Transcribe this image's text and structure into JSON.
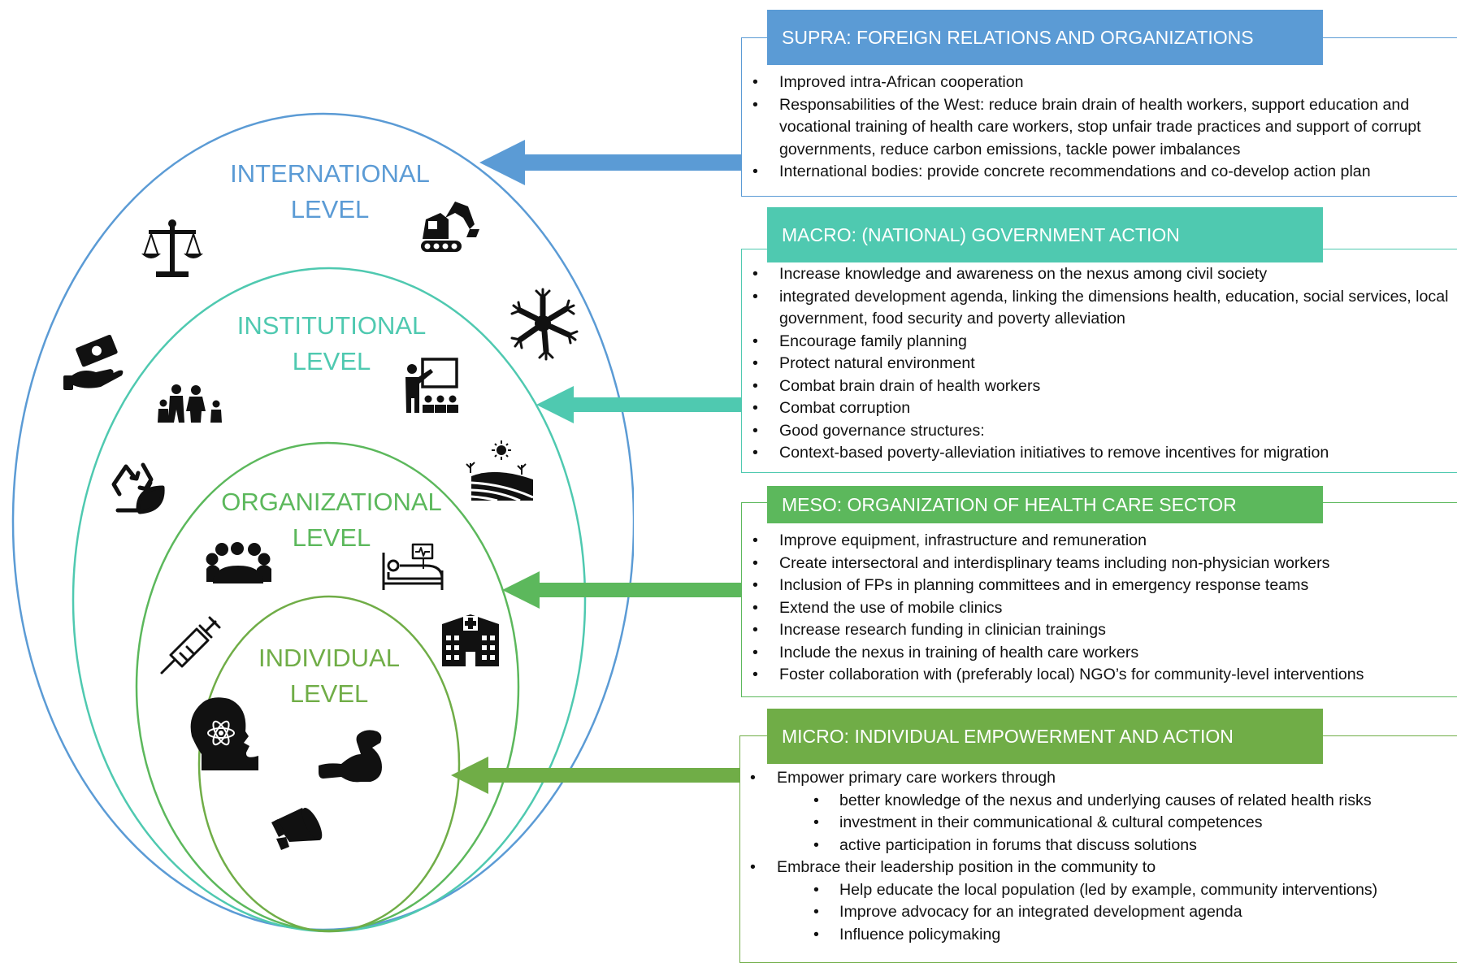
{
  "colors": {
    "supra": "#5b9bd5",
    "macro": "#4fc9b0",
    "meso": "#5cb85c",
    "micro": "#70ad47",
    "icon": "#111111"
  },
  "diagram": {
    "levels": [
      {
        "id": "international",
        "line1": "INTERNATIONAL",
        "line2": "LEVEL",
        "color": "#5b9bd5"
      },
      {
        "id": "institutional",
        "line1": "INSTITUTIONAL",
        "line2": "LEVEL",
        "color": "#4fc9b0"
      },
      {
        "id": "organizational",
        "line1": "ORGANIZATIONAL",
        "line2": "LEVEL",
        "color": "#5cb85c"
      },
      {
        "id": "individual",
        "line1": "INDIVIDUAL",
        "line2": "LEVEL",
        "color": "#70ad47"
      }
    ],
    "icons": [
      "scales-icon",
      "excavator-icon",
      "hands-circle-icon",
      "money-hand-icon",
      "family-icon",
      "teacher-icon",
      "recycle-leaf-icon",
      "farmland-icon",
      "meeting-group-icon",
      "hospital-bed-icon",
      "syringe-icon",
      "hospital-building-icon",
      "brain-head-icon",
      "muscle-arm-icon",
      "megaphone-icon"
    ]
  },
  "boxes": {
    "supra": {
      "title": "SUPRA: FOREIGN RELATIONS AND ORGANIZATIONS",
      "items": [
        "Improved intra-African cooperation",
        "Responsabilities of the West: reduce brain drain of health workers, support education and vocational training of health care workers, stop unfair trade practices and support of corrupt governments, reduce carbon emissions, tackle power imbalances",
        "International bodies: provide concrete recommendations and co-develop action plan"
      ]
    },
    "macro": {
      "title": "MACRO: (NATIONAL) GOVERNMENT ACTION",
      "items": [
        "Increase knowledge and awareness on the nexus among civil society",
        "integrated development agenda, linking the dimensions health, education, social services, local government, food security and poverty alleviation",
        "Encourage family planning",
        "Protect natural environment",
        "Combat brain drain of health workers",
        "Combat corruption",
        "Good governance structures:",
        "Context-based poverty-alleviation initiatives to remove incentives for migration"
      ]
    },
    "meso": {
      "title": "MESO: ORGANIZATION OF HEALTH CARE SECTOR",
      "items": [
        "Improve equipment, infrastructure and remuneration",
        "Create intersectoral and interdisplinary teams including non-physician  workers",
        "Inclusion of FPs in planning committees and in emergency response teams",
        "Extend the use of mobile clinics",
        "Increase research funding in clinician trainings",
        "Include the nexus in training of health care workers",
        "Foster collaboration with (preferably local) NGO’s for community-level interventions"
      ]
    },
    "micro": {
      "title": "MICRO: INDIVIDUAL EMPOWERMENT AND ACTION",
      "item1": "Empower primary care workers  through",
      "sub1": [
        "better knowledge of the nexus and underlying causes of related health risks",
        "investment in their communicational & cultural competences",
        "active participation in forums that discuss solutions"
      ],
      "item2": "Embrace their leadership position in the community to",
      "sub2": [
        "Help educate the local population (led by example, community interventions)",
        "Improve advocacy for an integrated development agenda",
        "Influence policymaking"
      ]
    }
  }
}
